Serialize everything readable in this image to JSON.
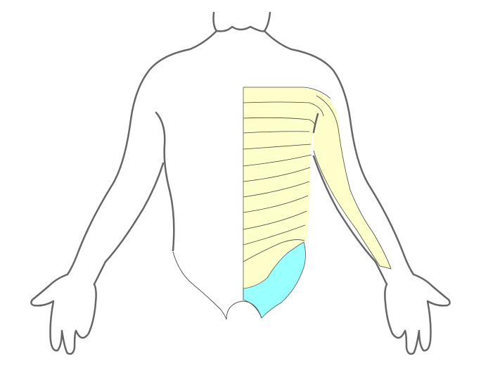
{
  "diagram": {
    "colors": {
      "background": "#ffffff",
      "outline": "#666666",
      "outline_thin": "#555555",
      "dermatome_line": "#444444",
      "thoracic_region": "#ffffcc",
      "lumbar_region": "#99ffff"
    },
    "shapes": {
      "body_outline": "torso-and-arms-outline",
      "thoracic_region": "thoracic-dermatome-band",
      "lumbar_region": "lumbar-dermatome-band"
    }
  }
}
